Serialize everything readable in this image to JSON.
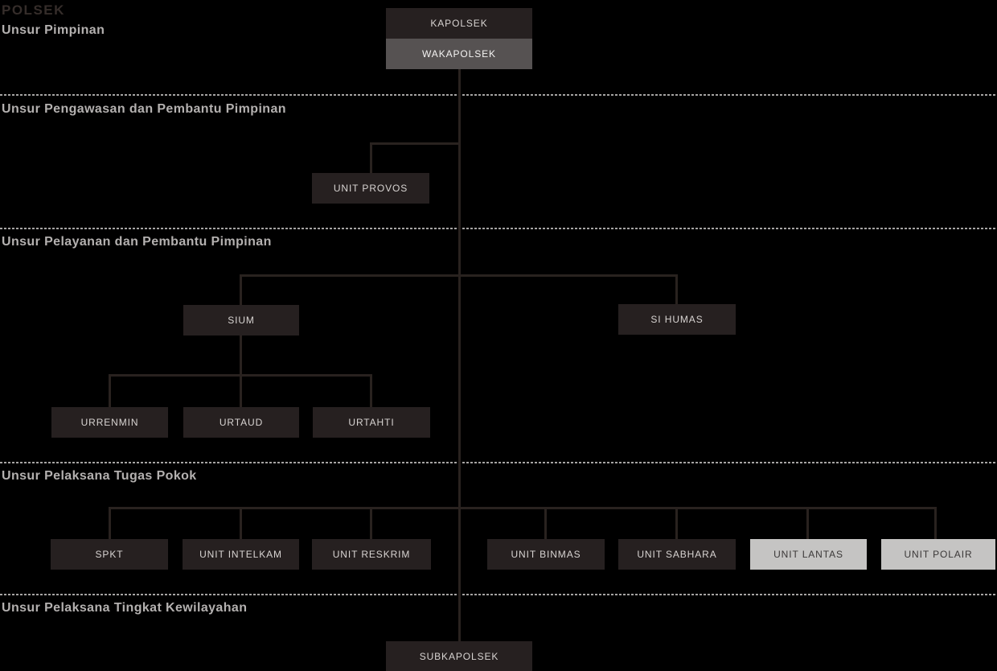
{
  "title": "POLSEK",
  "sections": [
    {
      "label": "Unsur Pimpinan"
    },
    {
      "label": "Unsur Pengawasan dan Pembantu Pimpinan"
    },
    {
      "label": "Unsur Pelayanan dan Pembantu Pimpinan"
    },
    {
      "label": "Unsur Pelaksana Tugas Pokok"
    },
    {
      "label": "Unsur Pelaksana Tingkat Kewilayahan"
    }
  ],
  "nodes": {
    "kapolsek": {
      "label": "KAPOLSEK",
      "variant": "dark"
    },
    "wakapolsek": {
      "label": "WAKAPOLSEK",
      "variant": "gray"
    },
    "unit_provos": {
      "label": "UNIT PROVOS",
      "variant": "dark"
    },
    "sium": {
      "label": "SIUM",
      "variant": "dark"
    },
    "si_humas": {
      "label": "SI HUMAS",
      "variant": "dark"
    },
    "urrenmin": {
      "label": "URRENMIN",
      "variant": "dark"
    },
    "urtaud": {
      "label": "URTAUD",
      "variant": "dark"
    },
    "urtahti": {
      "label": "URTAHTI",
      "variant": "dark"
    },
    "spkt": {
      "label": "SPKT",
      "variant": "dark"
    },
    "unit_intelkam": {
      "label": "UNIT INTELKAM",
      "variant": "dark"
    },
    "unit_reskrim": {
      "label": "UNIT RESKRIM",
      "variant": "dark"
    },
    "unit_binmas": {
      "label": "UNIT BINMAS",
      "variant": "dark"
    },
    "unit_sabhara": {
      "label": "UNIT SABHARA",
      "variant": "dark"
    },
    "unit_lantas": {
      "label": "UNIT LANTAS",
      "variant": "light"
    },
    "unit_polair": {
      "label": "UNIT POLAIR",
      "variant": "light"
    },
    "subkapolsek": {
      "label": "SUBKAPOLSEK",
      "variant": "dark"
    }
  },
  "colors": {
    "background": "#000000",
    "node_dark_bg": "#262020",
    "node_dark_text": "#d8d4d2",
    "node_gray_bg": "#565252",
    "node_gray_text": "#f4f3f2",
    "node_light_bg": "#c5c4c3",
    "node_light_text": "#3b3838",
    "connector_line": "#29221f",
    "dotted_separator": "#a6a4a3",
    "section_label_text": "#b4b1b0",
    "title_text": "#352d2a"
  }
}
